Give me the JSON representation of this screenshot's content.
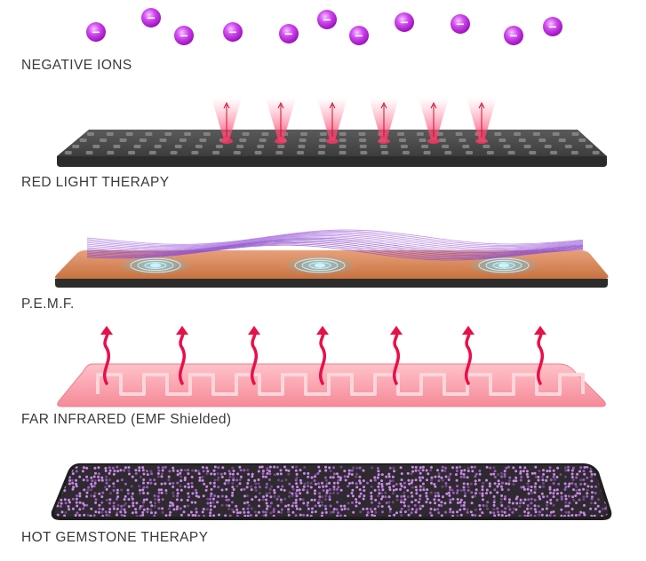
{
  "layers": [
    {
      "label": "NEGATIVE IONS",
      "icon": "ion-particle-icon"
    },
    {
      "label": "RED LIGHT THERAPY",
      "icon": "red-led-mat-icon"
    },
    {
      "label": "P.E.M.F.",
      "icon": "magnetic-wave-icon"
    },
    {
      "label": "FAR INFRARED (EMF Shielded)",
      "icon": "infrared-heat-arrow-icon"
    },
    {
      "label": "HOT GEMSTONE THERAPY",
      "icon": "gemstone-mat-icon"
    }
  ],
  "ion_symbol": "−",
  "colors": {
    "ion": "#c42be0",
    "ion_light": "#e9a6f5",
    "red_light": "#ff4a6e",
    "mat_dark": "#3b3b3b",
    "pemf_wave": "#9b5bd8",
    "pemf_pad": "#d8885a",
    "pemf_rings": "#7fd7ef",
    "infrared_panel": "#f7a0ab",
    "infrared_arrow": "#e8104a",
    "gemstone": "#b768d6",
    "label_text": "#3a3a3a"
  }
}
